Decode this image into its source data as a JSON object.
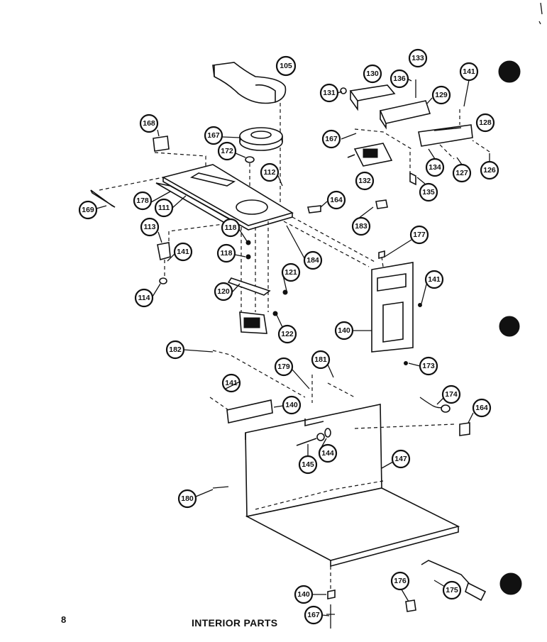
{
  "page": {
    "number": "8",
    "title": "INTERIOR PARTS"
  },
  "callouts": [
    "105",
    "130",
    "133",
    "131",
    "136",
    "129",
    "141",
    "128",
    "167",
    "126",
    "127",
    "134",
    "132",
    "135",
    "168",
    "167",
    "172",
    "112",
    "169",
    "178",
    "111",
    "164",
    "183",
    "113",
    "141",
    "118",
    "184",
    "118",
    "177",
    "121",
    "141",
    "120",
    "122",
    "114",
    "140",
    "173",
    "182",
    "179",
    "181",
    "141",
    "140",
    "174",
    "164",
    "144",
    "147",
    "145",
    "180",
    "176",
    "175",
    "140",
    "167"
  ],
  "markers": [
    "registration-dot",
    "registration-dot",
    "registration-dot"
  ]
}
